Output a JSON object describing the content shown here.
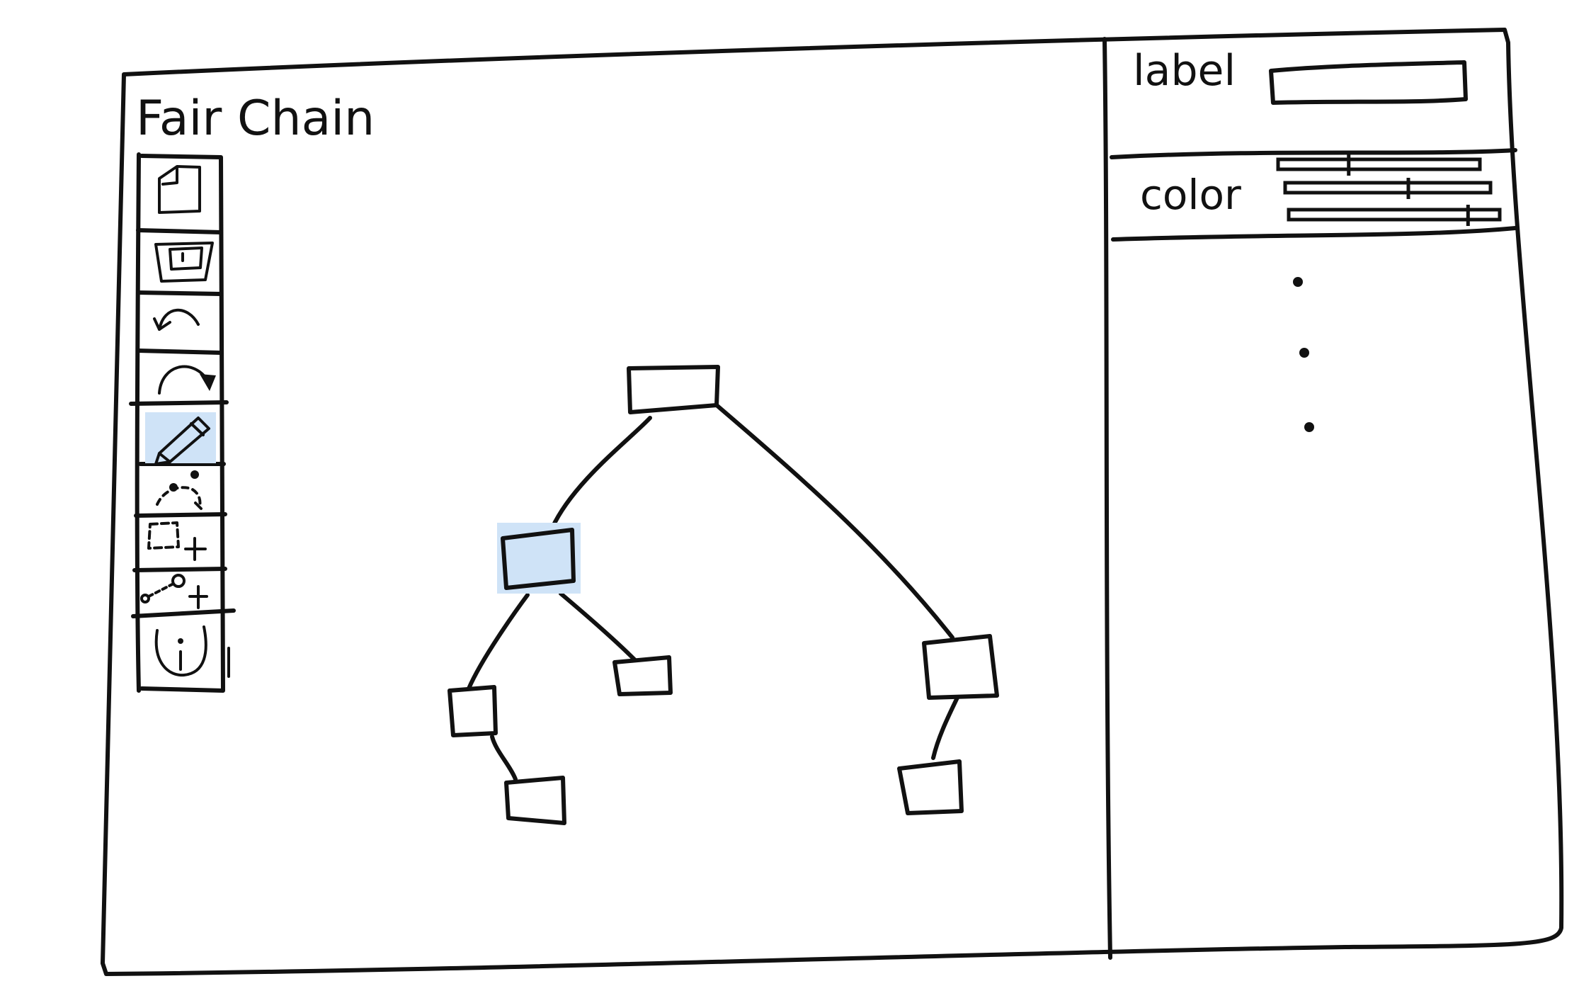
{
  "app": {
    "title": "Fair Chain"
  },
  "toolbar": {
    "tools": [
      {
        "name": "new",
        "icon": "new-document-icon",
        "active": false
      },
      {
        "name": "open",
        "icon": "open-folder-icon",
        "active": false
      },
      {
        "name": "undo",
        "icon": "undo-icon",
        "active": false
      },
      {
        "name": "redo",
        "icon": "redo-icon",
        "active": false
      },
      {
        "name": "draw",
        "icon": "pencil-icon",
        "active": true
      },
      {
        "name": "connect",
        "icon": "connect-icon",
        "active": false
      },
      {
        "name": "add-node",
        "icon": "add-node-icon",
        "active": false
      },
      {
        "name": "add-edge",
        "icon": "add-edge-icon",
        "active": false
      },
      {
        "name": "info",
        "icon": "info-icon",
        "active": false
      }
    ]
  },
  "properties": {
    "label_caption": "label",
    "label_value": "",
    "color_caption": "color",
    "color_sliders": [
      0.35,
      0.6,
      0.85
    ],
    "more_indicator": "⋮"
  },
  "tree": {
    "selected_node": "n2"
  }
}
